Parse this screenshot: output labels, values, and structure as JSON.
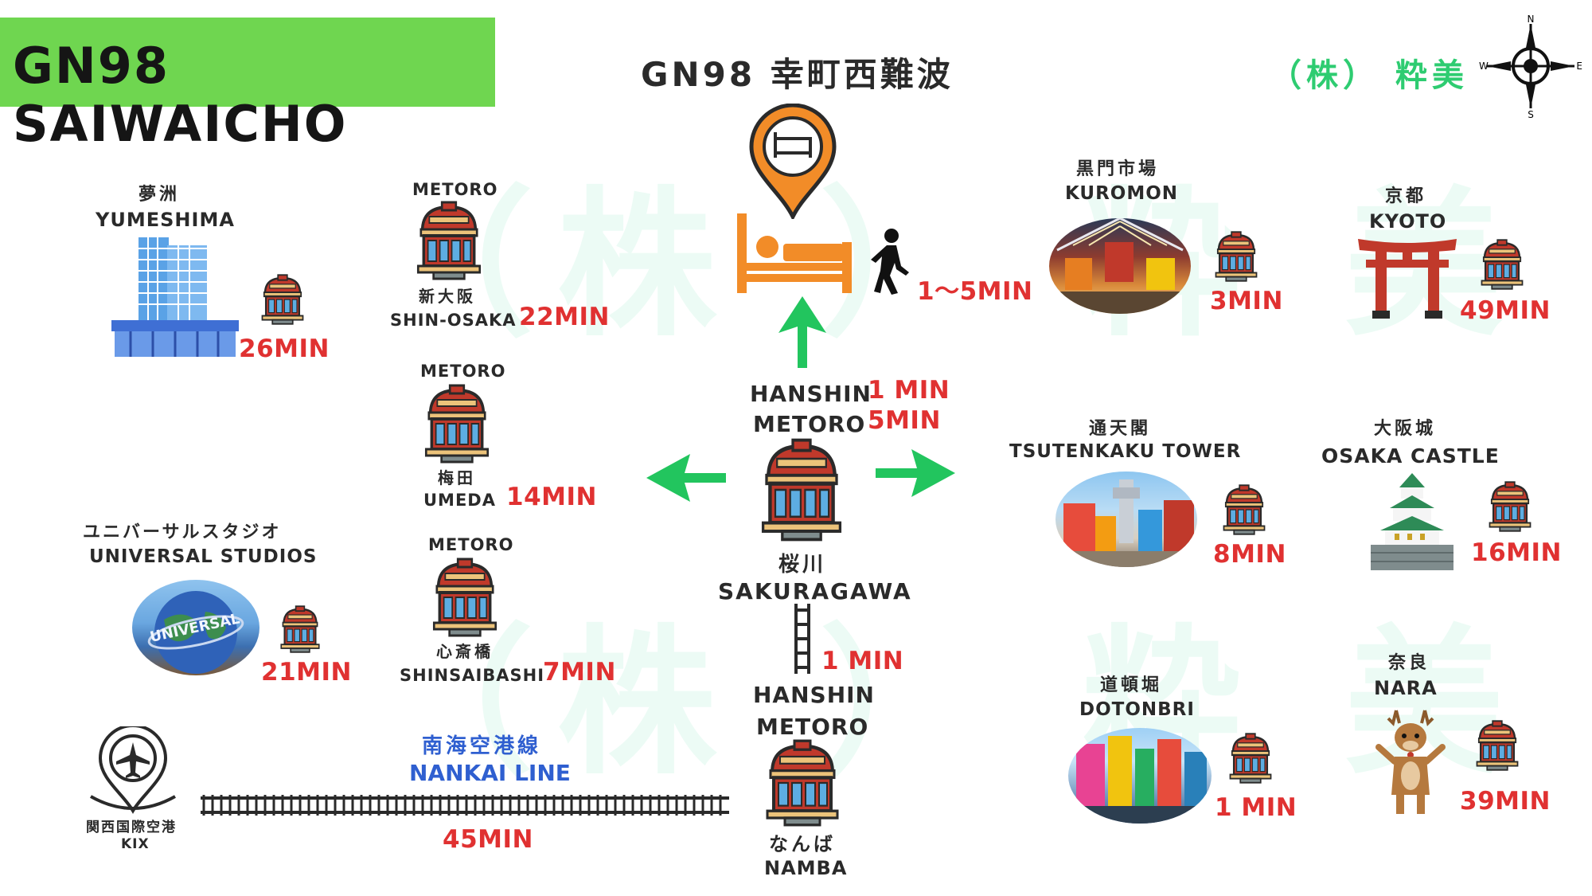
{
  "header": {
    "title_en": "GN98 SAIWAICHO",
    "title_jp": "GN98 幸町西難波",
    "brand": "（株） 粋美",
    "watermark_top": "（株 ） 粋 美",
    "watermark_bottom": "（株 ） 粋 美",
    "compass": {
      "n": "N",
      "s": "S",
      "e": "E",
      "w": "W"
    }
  },
  "hotel": {
    "walk_time": "1～5MIN"
  },
  "sakuragawa": {
    "jp": "桜川",
    "en": "SAKURAGAWA",
    "line1": "HANSHIN",
    "line1_time": "1 MIN",
    "line2": "METORO",
    "line2_time": "5MIN",
    "rail_time": "1 MIN"
  },
  "namba": {
    "line1": "HANSHIN",
    "line2": "METORO",
    "jp": "なんば",
    "en": "NAMBA"
  },
  "left_stations": [
    {
      "top": "METORO",
      "jp": "新大阪",
      "en": "SHIN-OSAKA",
      "time": "22MIN"
    },
    {
      "top": "METORO",
      "jp": "梅田",
      "en": "UMEDA",
      "time": "14MIN"
    },
    {
      "top": "METORO",
      "jp": "心斎橋",
      "en": "SHINSAIBASHI",
      "time": "7MIN"
    }
  ],
  "yumeshima": {
    "jp": "夢洲",
    "en": "YUMESHIMA",
    "time": "26MIN"
  },
  "universal": {
    "jp": "ユニバーサルスタジオ",
    "en": "UNIVERSAL STUDIOS",
    "time": "21MIN",
    "globe_text": "UNIVERSAL"
  },
  "kix": {
    "jp": "関西国際空港",
    "en": "KIX",
    "line_jp": "南海空港線",
    "line_en": "NANKAI LINE",
    "time": "45MIN"
  },
  "right_spots": [
    {
      "jp": "黒門市場",
      "en": "KUROMON",
      "time": "3MIN"
    },
    {
      "jp": "通天閣",
      "en": "TSUTENKAKU TOWER",
      "time": "8MIN"
    },
    {
      "jp": "道頓堀",
      "en": "DOTONBRI",
      "time": "1 MIN"
    }
  ],
  "far_right": [
    {
      "jp": "京都",
      "en": "KYOTO",
      "time": "49MIN"
    },
    {
      "jp": "大阪城",
      "en": "OSAKA CASTLE",
      "time": "16MIN"
    },
    {
      "jp": "奈良",
      "en": "NARA",
      "time": "39MIN"
    }
  ],
  "colors": {
    "title_green": "#6fd650",
    "time_red": "#e03131",
    "arrow_green": "#22c55e",
    "brand_green": "#2ecc71",
    "nankai_blue": "#2f5fd0",
    "hotel_orange": "#f28c28"
  }
}
